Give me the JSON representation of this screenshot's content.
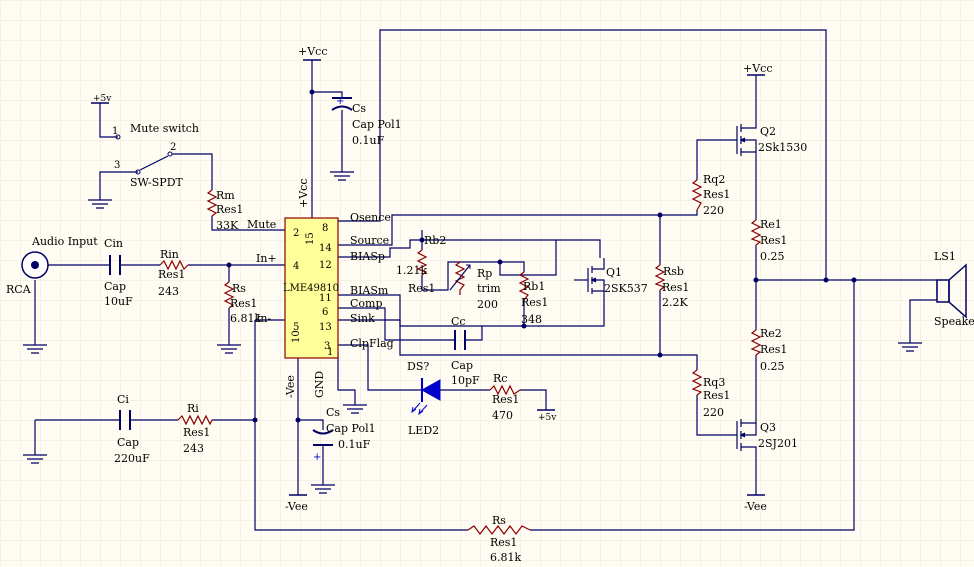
{
  "colors": {
    "wire": "#000066",
    "part": "#8b0000",
    "pin": "#000000",
    "text": "#000000",
    "cap_plus": "#0000cc",
    "led": "#0000cc",
    "grid": "#ece6d4",
    "background": "#fffcf3",
    "chip": "#ffff99"
  },
  "power": {
    "vcc1": "+Vcc",
    "vcc2": "+Vcc",
    "v5_mute": "+5v",
    "v5_led": "+5v",
    "vee1": "-Vee",
    "vee2": "-Vee"
  },
  "mute": {
    "pin1": "1",
    "label": "Mute switch",
    "pin3": "3",
    "pin2": "2",
    "part": "SW-SPDT"
  },
  "input": {
    "label": "Audio Input",
    "connector": "RCA"
  },
  "cin": {
    "ref": "Cin",
    "type": "Cap",
    "value": "10uF"
  },
  "rin": {
    "ref": "Rin",
    "type": "Res1",
    "value": "243"
  },
  "rs_small": {
    "ref": "Rs",
    "type": "Res1",
    "value": "6.81k"
  },
  "rm": {
    "ref": "Rm",
    "type": "Res1",
    "value": "33K"
  },
  "ci": {
    "ref": "Ci",
    "type": "Cap",
    "value": "220uF"
  },
  "ri": {
    "ref": "Ri",
    "type": "Res1",
    "value": "243"
  },
  "chip": {
    "part": "LME49810",
    "mute": "Mute",
    "in_plus": "In+",
    "in_minus": "In-",
    "osence": "Osence",
    "source": "Source",
    "biasp": "BIASp",
    "biasm": "BIASm",
    "comp": "Comp",
    "sink": "Sink",
    "clpflag": "ClpFlag",
    "vcc": "+Vcc",
    "vee": "-Vee",
    "gnd": "GND",
    "pin2": "2",
    "pin4": "4",
    "pin5": "5",
    "pin8": "8",
    "pin14": "14",
    "pin12": "12",
    "pin11": "11",
    "pin6": "6",
    "pin13": "13",
    "pin3": "3",
    "pin1": "1",
    "pin15": "15",
    "pin10": "10"
  },
  "cs_top": {
    "ref": "Cs",
    "type": "Cap Pol1",
    "value": "0.1uF"
  },
  "cs_bottom": {
    "ref": "Cs",
    "type": "Cap Pol1",
    "value": "0.1uF"
  },
  "rb2": {
    "ref": "Rb2",
    "type": "Res1",
    "value": "1.21k"
  },
  "rp": {
    "ref": "Rp",
    "type": "trim",
    "value": "200"
  },
  "rb1": {
    "ref": "Rb1",
    "type": "Res1",
    "value": "348"
  },
  "q1": {
    "ref": "Q1",
    "part": "2SK537"
  },
  "cc": {
    "ref": "Cc",
    "type": "Cap",
    "value": "10pF"
  },
  "led": {
    "ref": "DS?",
    "part": "LED2"
  },
  "rc": {
    "ref": "Rc",
    "type": "Res1",
    "value": "470"
  },
  "rsb": {
    "ref": "Rsb",
    "type": "Res1",
    "value": "2.2K"
  },
  "rq2": {
    "ref": "Rq2",
    "type": "Res1",
    "value": "220"
  },
  "rq3": {
    "ref": "Rq3",
    "type": "Res1",
    "value": "220"
  },
  "q2": {
    "ref": "Q2",
    "part": "2Sk1530"
  },
  "q3": {
    "ref": "Q3",
    "part": "2SJ201"
  },
  "re1": {
    "ref": "Re1",
    "type": "Res1",
    "value": "0.25"
  },
  "re2": {
    "ref": "Re2",
    "type": "Res1",
    "value": "0.25"
  },
  "ls": {
    "ref": "LS1",
    "part": "Speaker"
  },
  "rs_fb": {
    "ref": "Rs",
    "type": "Res1",
    "value": "6.81k"
  }
}
